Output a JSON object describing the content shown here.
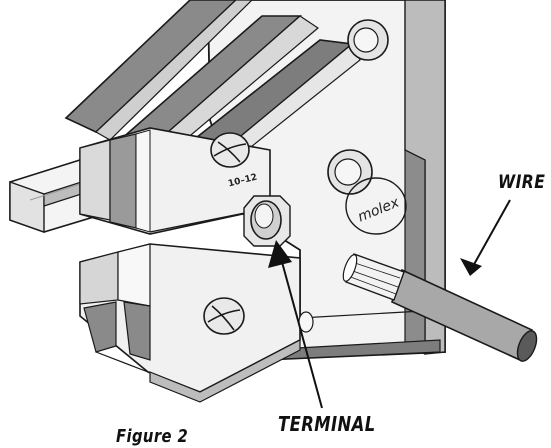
{
  "labels": {
    "wire": "WIRE",
    "terminal": "TERMINAL",
    "caption": "Figure 2",
    "size_mark": "10–12",
    "brand": "molex"
  },
  "colors": {
    "outline": "#1a1a1a",
    "frame_light": "#f2f2f2",
    "frame_mid": "#d9d9d9",
    "frame_dark": "#8c8c8c",
    "handle_grip": "#7a7a7a",
    "wire_insulation": "#9a9a9a",
    "wire_end": "#5a5a5a"
  },
  "icons": {
    "screw": "slotted-screw-icon",
    "bolt": "hex-bolt-icon",
    "terminal": "ring-terminal-icon"
  }
}
